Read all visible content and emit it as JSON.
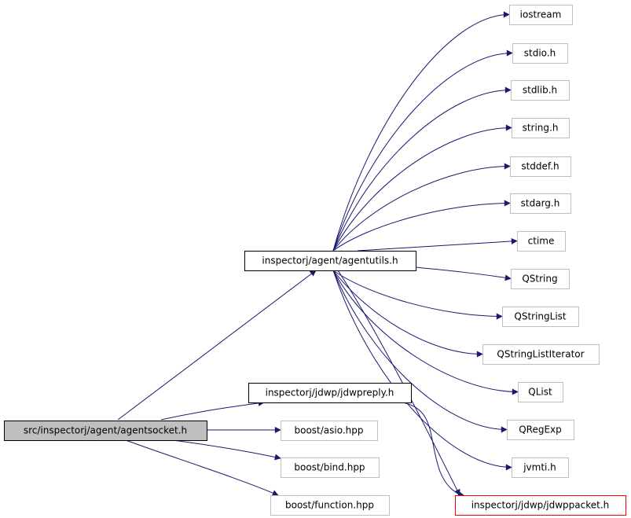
{
  "colors": {
    "edge": "#191970",
    "box_border_default": "#bfbfbf",
    "box_border_expanded": "#000000",
    "box_border_missing": "#ff0000",
    "root_fill": "#bfbfbf",
    "box_fill": "#ffffff"
  },
  "nodes": [
    {
      "id": "root",
      "label": "src/inspectorj/agent/agentsocket.h",
      "style": "root"
    },
    {
      "id": "agentutils",
      "label": "inspectorj/agent/agentutils.h",
      "style": "expanded"
    },
    {
      "id": "jdwpreply",
      "label": "inspectorj/jdwp/jdwpreply.h",
      "style": "expanded"
    },
    {
      "id": "asio",
      "label": "boost/asio.hpp",
      "style": "default"
    },
    {
      "id": "bind",
      "label": "boost/bind.hpp",
      "style": "default"
    },
    {
      "id": "function",
      "label": "boost/function.hpp",
      "style": "default"
    },
    {
      "id": "iostream",
      "label": "iostream",
      "style": "default"
    },
    {
      "id": "stdio",
      "label": "stdio.h",
      "style": "default"
    },
    {
      "id": "stdlib",
      "label": "stdlib.h",
      "style": "default"
    },
    {
      "id": "string",
      "label": "string.h",
      "style": "default"
    },
    {
      "id": "stddef",
      "label": "stddef.h",
      "style": "default"
    },
    {
      "id": "stdarg",
      "label": "stdarg.h",
      "style": "default"
    },
    {
      "id": "ctime",
      "label": "ctime",
      "style": "default"
    },
    {
      "id": "qstring",
      "label": "QString",
      "style": "default"
    },
    {
      "id": "qstringlist",
      "label": "QStringList",
      "style": "default"
    },
    {
      "id": "qstringlistiterator",
      "label": "QStringListIterator",
      "style": "default"
    },
    {
      "id": "qlist",
      "label": "QList",
      "style": "default"
    },
    {
      "id": "qregexp",
      "label": "QRegExp",
      "style": "default"
    },
    {
      "id": "jvmti",
      "label": "jvmti.h",
      "style": "default"
    },
    {
      "id": "jdwppacket",
      "label": "inspectorj/jdwp/jdwppacket.h",
      "style": "missing"
    }
  ],
  "edges": [
    {
      "from": "root",
      "to": "agentutils"
    },
    {
      "from": "root",
      "to": "jdwpreply"
    },
    {
      "from": "root",
      "to": "asio"
    },
    {
      "from": "root",
      "to": "bind"
    },
    {
      "from": "root",
      "to": "function"
    },
    {
      "from": "agentutils",
      "to": "iostream"
    },
    {
      "from": "agentutils",
      "to": "stdio"
    },
    {
      "from": "agentutils",
      "to": "stdlib"
    },
    {
      "from": "agentutils",
      "to": "string"
    },
    {
      "from": "agentutils",
      "to": "stddef"
    },
    {
      "from": "agentutils",
      "to": "stdarg"
    },
    {
      "from": "agentutils",
      "to": "ctime"
    },
    {
      "from": "agentutils",
      "to": "qstring"
    },
    {
      "from": "agentutils",
      "to": "qstringlist"
    },
    {
      "from": "agentutils",
      "to": "qstringlistiterator"
    },
    {
      "from": "agentutils",
      "to": "qlist"
    },
    {
      "from": "agentutils",
      "to": "qregexp"
    },
    {
      "from": "agentutils",
      "to": "jvmti"
    },
    {
      "from": "agentutils",
      "to": "jdwppacket"
    },
    {
      "from": "jdwpreply",
      "to": "jdwppacket"
    }
  ]
}
